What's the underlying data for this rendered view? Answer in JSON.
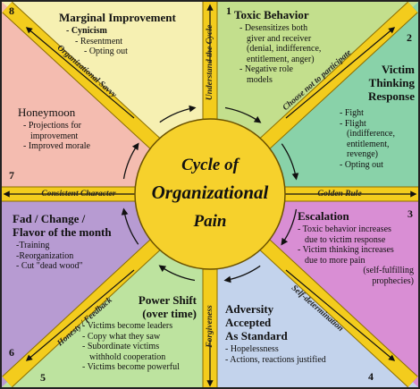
{
  "title_lines": [
    "Cycle of",
    "Organizational",
    "Pain"
  ],
  "colors": {
    "band": "#f3cc1d",
    "band_edge": "#8a6d00",
    "center": "#f6d12c",
    "s1": "#c3df8d",
    "s2": "#89d2a9",
    "s3": "#d98ed4",
    "s4": "#c3d3ec",
    "s5": "#bde39f",
    "s6": "#b79bd2",
    "s7": "#f4bcb0",
    "s8": "#f6f0b2"
  },
  "band_labels": {
    "understand": "Understand the Cycle",
    "choose": "Choose not to participate",
    "golden": "Golden Rule",
    "self": "Self-determination",
    "forgiveness": "Forgiveness",
    "honesty": "Honesty / Feedback",
    "consistent": "Consistent Character",
    "savvy": "Organizational Savvy"
  },
  "sections": {
    "s1": {
      "number": "1",
      "title": "Toxic Behavior",
      "items": [
        "- Desensitizes both",
        "giver and receiver",
        "(denial, indifference,",
        "entitlement, anger)",
        "- Negative role",
        "models"
      ]
    },
    "s2": {
      "number": "2",
      "title": [
        "Victim",
        "Thinking",
        "Response"
      ],
      "items": [
        "- Fight",
        "- Flight",
        "(indifference,",
        "entitlement,",
        "revenge)",
        "- Opting out"
      ]
    },
    "s3": {
      "number": "3",
      "title": "Escalation",
      "items": [
        "- Toxic behavior increases",
        "due to victim response",
        "- Victim thinking increases",
        "due to more pain",
        "(self-fulfilling",
        "prophecies)"
      ]
    },
    "s4": {
      "number": "4",
      "title": [
        "Adversity",
        "Accepted",
        "As Standard"
      ],
      "items": [
        "- Hopelessness",
        "- Actions, reactions justified"
      ]
    },
    "s5": {
      "number": "5",
      "title": [
        "Power Shift",
        "(over time)"
      ],
      "items": [
        "- Victims become leaders",
        "- Copy what they saw",
        "- Subordinate victims",
        "withhold cooperation",
        "- Victims become powerful"
      ]
    },
    "s6": {
      "number": "6",
      "title": [
        "Fad / Change /",
        "Flavor of the month"
      ],
      "items": [
        "-Training",
        "-Reorganization",
        "- Cut \"dead wood\""
      ]
    },
    "s7": {
      "number": "7",
      "title": "Honeymoon",
      "items": [
        "- Projections for",
        "improvement",
        "- Improved morale"
      ]
    },
    "s8": {
      "number": "8",
      "title": "Marginal Improvement",
      "items": [
        "- Cynicism",
        "- Resentment",
        "- Opting out"
      ]
    }
  }
}
